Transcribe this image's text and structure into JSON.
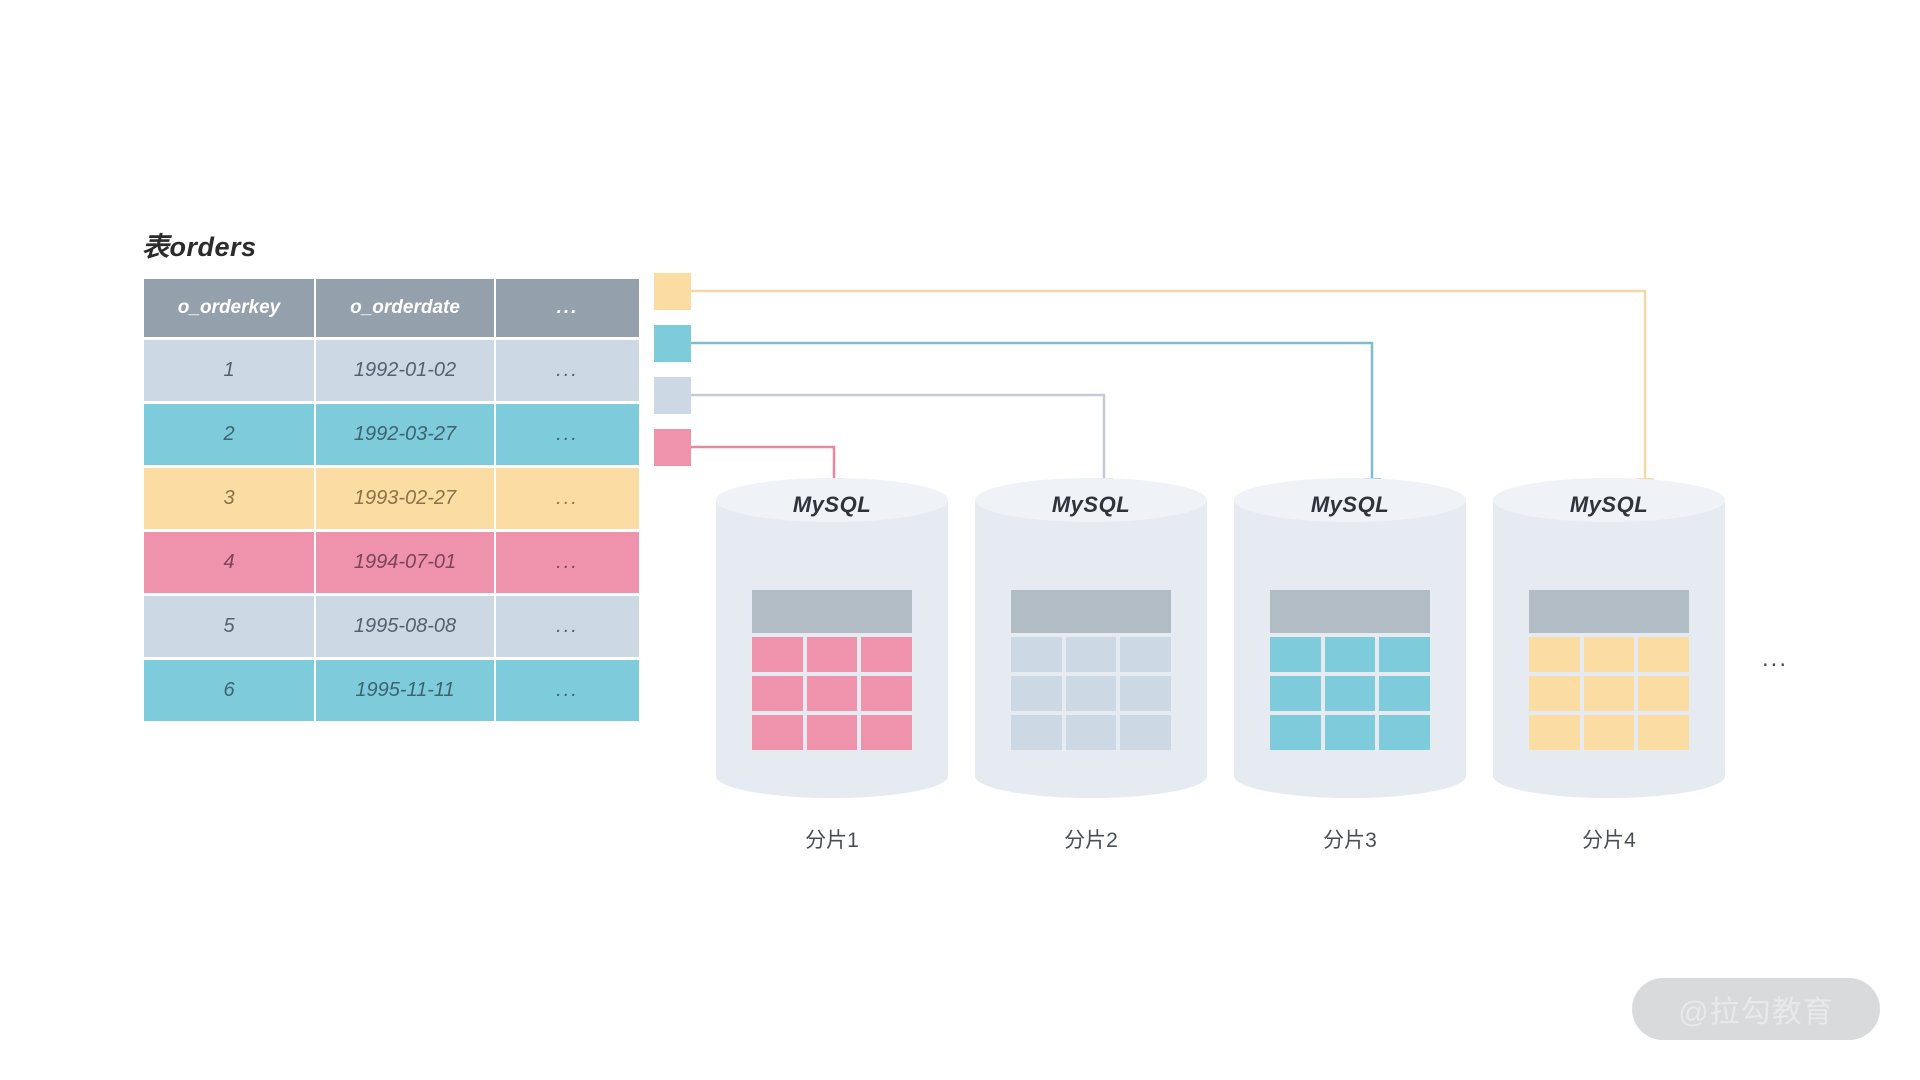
{
  "table": {
    "title": "表orders",
    "columns": [
      "o_orderkey",
      "o_orderdate",
      "..."
    ],
    "rows": [
      {
        "key": "1",
        "date": "1992-01-02",
        "rest": "...",
        "color": "gray"
      },
      {
        "key": "2",
        "date": "1992-03-27",
        "rest": "...",
        "color": "blue"
      },
      {
        "key": "3",
        "date": "1993-02-27",
        "rest": "...",
        "color": "yellow"
      },
      {
        "key": "4",
        "date": "1994-07-01",
        "rest": "...",
        "color": "pink"
      },
      {
        "key": "5",
        "date": "1995-08-08",
        "rest": "...",
        "color": "gray"
      },
      {
        "key": "6",
        "date": "1995-11-11",
        "rest": "...",
        "color": "blue"
      }
    ]
  },
  "legend": {
    "swatches": [
      {
        "name": "yellow",
        "color": "#fbdca3",
        "target": "分片4"
      },
      {
        "name": "blue",
        "color": "#7ecbdc",
        "target": "分片3"
      },
      {
        "name": "gray",
        "color": "#ccd9e4",
        "target": "分片2"
      },
      {
        "name": "pink",
        "color": "#ef93ad",
        "target": "分片1"
      }
    ]
  },
  "shards": [
    {
      "db_label": "MySQL",
      "name": "分片1",
      "cell_color": "#ef93ad"
    },
    {
      "db_label": "MySQL",
      "name": "分片2",
      "cell_color": "#ccd9e4"
    },
    {
      "db_label": "MySQL",
      "name": "分片3",
      "cell_color": "#7ecbdc"
    },
    {
      "db_label": "MySQL",
      "name": "分片4",
      "cell_color": "#fbdca3"
    }
  ],
  "tail_ellipsis": "...",
  "watermark": "@拉勾教育",
  "colors": {
    "header_gray": "#94a1ad",
    "row_gray": "#ccd9e4",
    "row_blue": "#7ecbdc",
    "row_yellow": "#fbdca3",
    "row_pink": "#ef93ad",
    "cylinder": "#e6eaf1",
    "mini_header": "#b2bcc4"
  }
}
